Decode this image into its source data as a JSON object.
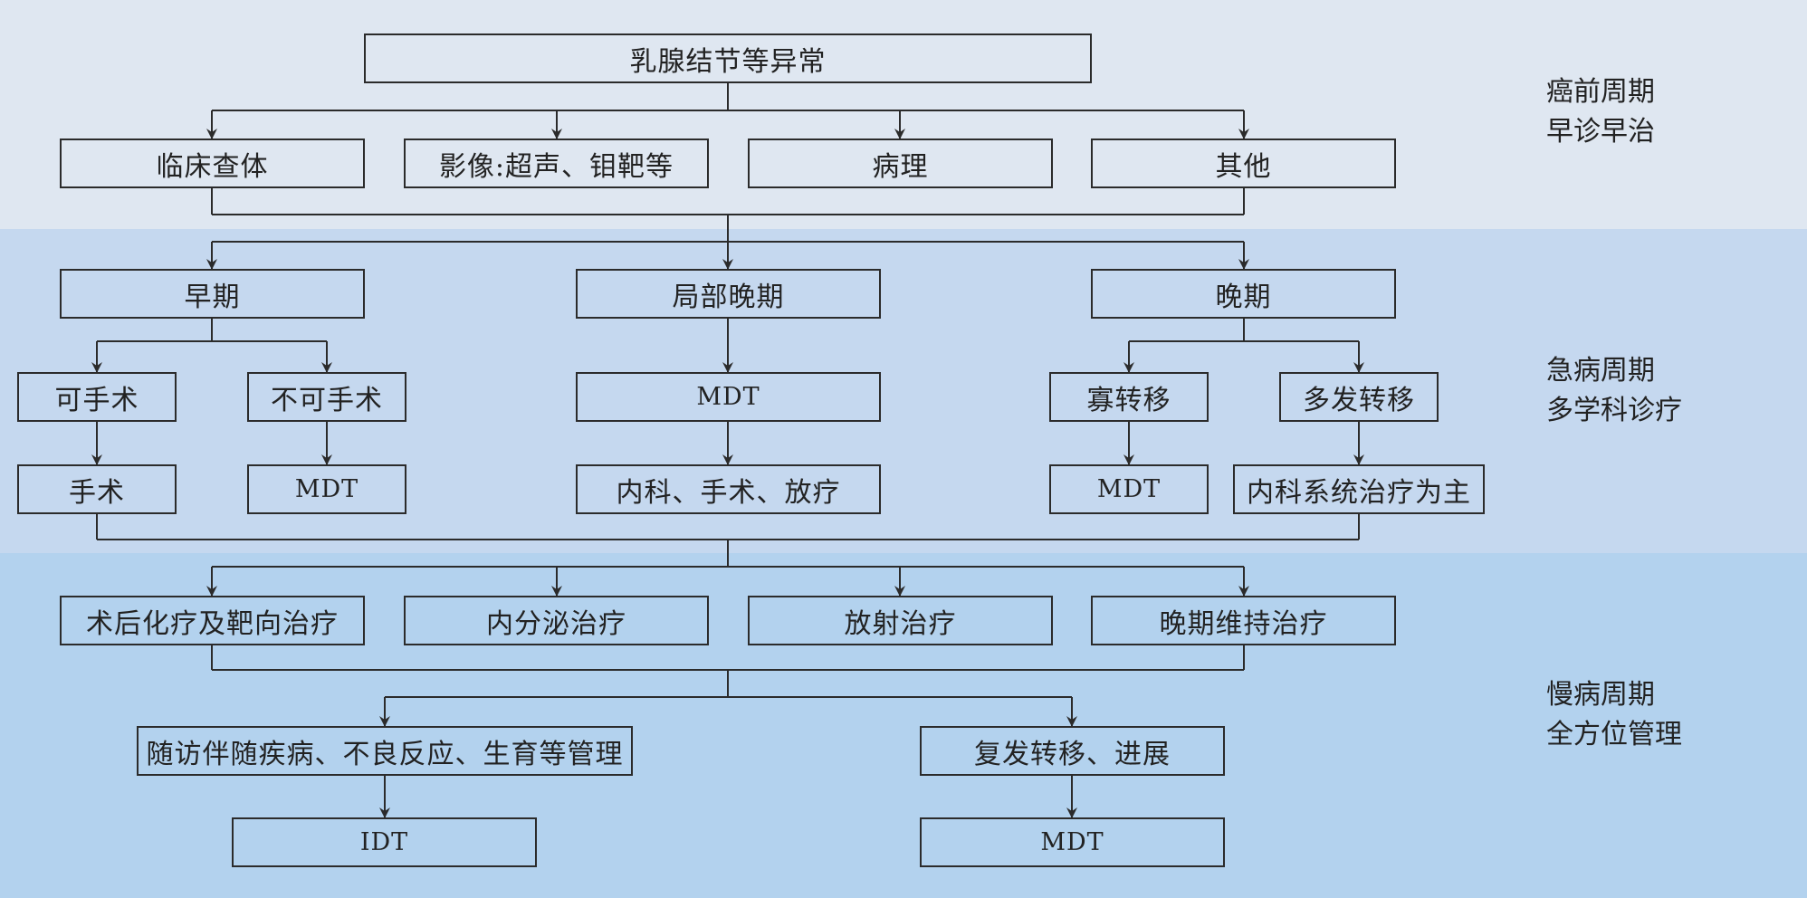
{
  "top": {
    "abnormal": "乳腺结节等异常"
  },
  "exam": {
    "clinical": "临床查体",
    "imaging": "影像:超声、钼靶等",
    "pathology": "病理",
    "other": "其他"
  },
  "stages": {
    "early": "早期",
    "locally_advanced": "局部晚期",
    "advanced": "晚期"
  },
  "early_branch": {
    "operable": "可手术",
    "inoperable": "不可手术",
    "surgery": "手术",
    "mdt": "MDT"
  },
  "locally_advanced_branch": {
    "mdt": "MDT",
    "treatment": "内科、手术、放疗"
  },
  "advanced_branch": {
    "oligometastatic": "寡转移",
    "multiple_metastases": "多发转移",
    "mdt": "MDT",
    "systemic": "内科系统治疗为主"
  },
  "chronic": {
    "postop_chemo_targeted": "术后化疗及靶向治疗",
    "endocrine": "内分泌治疗",
    "radiotherapy": "放射治疗",
    "advanced_maintenance": "晚期维持治疗",
    "followup": "随访伴随疾病、不良反应、生育等管理",
    "recurrence": "复发转移、进展",
    "idt": "IDT",
    "mdt": "MDT"
  },
  "periods": {
    "precancer_line1": "癌前周期",
    "precancer_line2": "早诊早治",
    "acute_line1": "急病周期",
    "acute_line2": "多学科诊疗",
    "chronic_line1": "慢病周期",
    "chronic_line2": "全方位管理"
  },
  "colors": {
    "band_precancer": "#dfe7f1",
    "band_acute": "#c5d8ef",
    "band_chronic": "#b3d2ee",
    "line": "#2b2b2b"
  }
}
